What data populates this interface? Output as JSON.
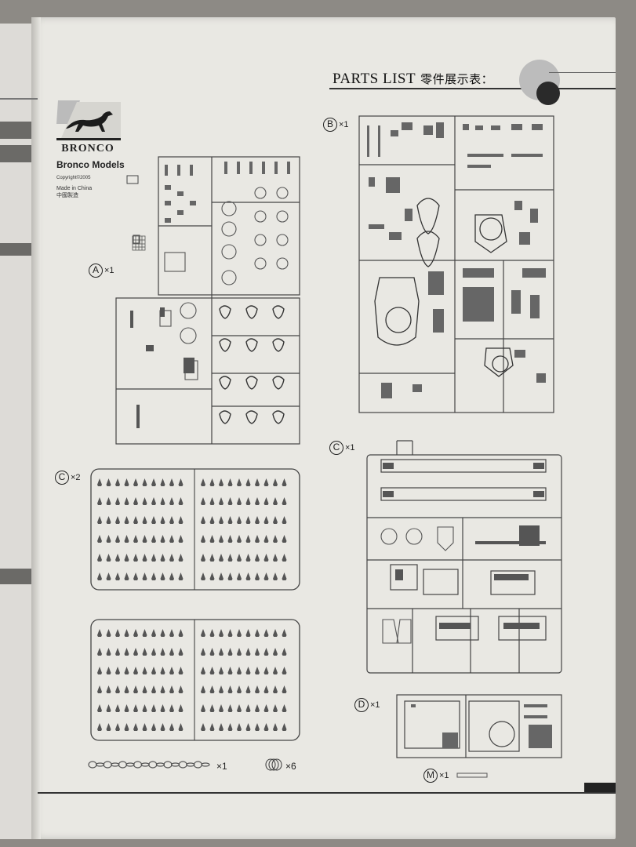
{
  "header": {
    "title_en": "PARTS LIST",
    "title_cn": "零件展示表："
  },
  "brand": {
    "logo_word": "BRONCO",
    "name": "Bronco Models",
    "copyright": "Copyright©2005",
    "made_in_line1": "Made in China",
    "made_in_line2": "中國製造"
  },
  "sprues": {
    "A": {
      "letter": "A",
      "qty": "×1"
    },
    "B": {
      "letter": "B",
      "qty": "×1"
    },
    "C_large": {
      "letter": "C",
      "qty": "×1"
    },
    "C_tracks": {
      "letter": "C",
      "qty": "×2"
    },
    "D": {
      "letter": "D",
      "qty": "×1"
    },
    "M": {
      "letter": "M",
      "qty": "×1"
    }
  },
  "extras": {
    "chain_qty": "×1",
    "springs_qty": "×6"
  },
  "colors": {
    "page": "#e9e8e3",
    "ink": "#222222",
    "background": "#8d8a85"
  }
}
